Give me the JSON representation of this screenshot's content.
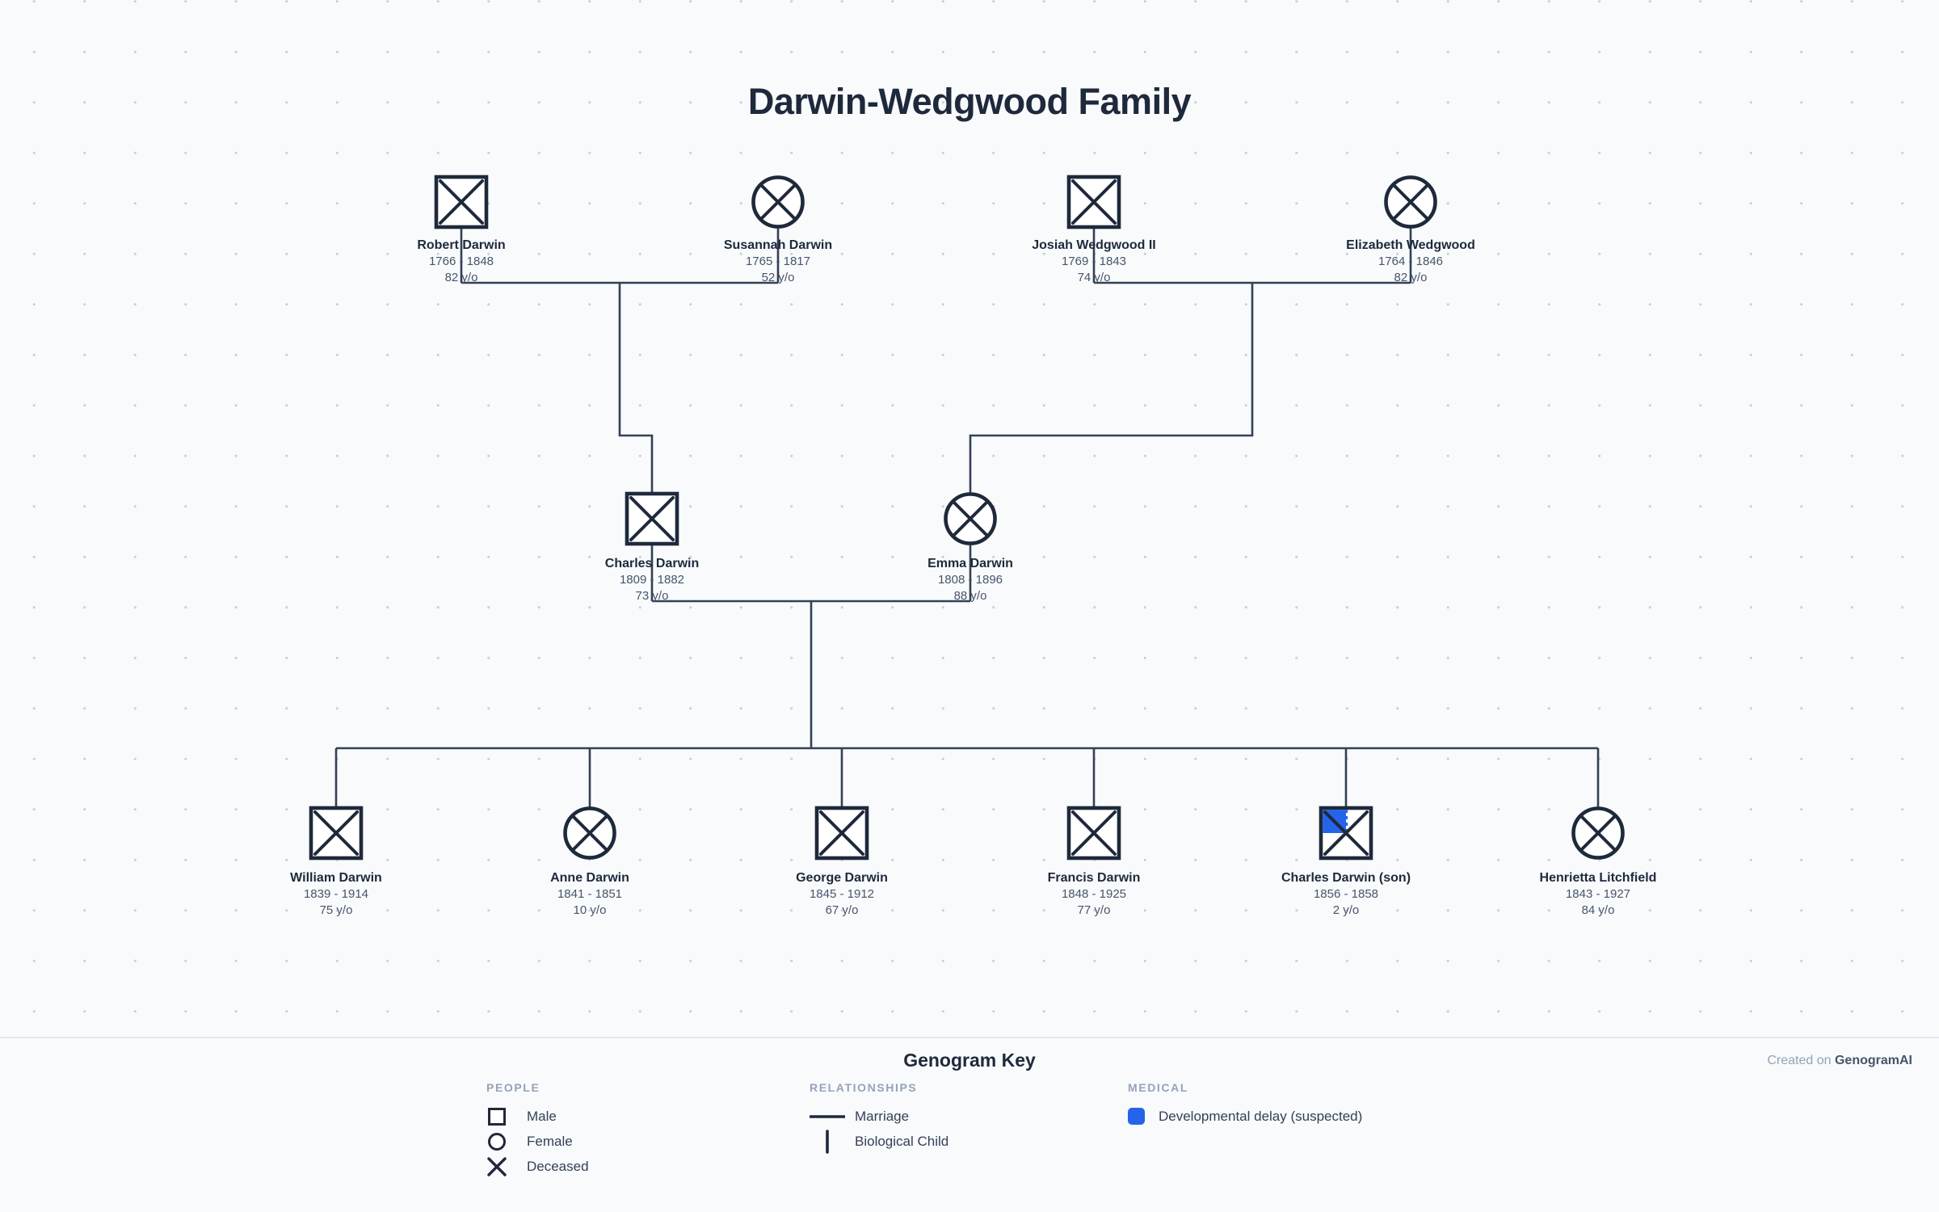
{
  "title": "Darwin-Wedgwood Family",
  "people": [
    {
      "id": "robert",
      "name": "Robert Darwin",
      "years": "1766 - 1848",
      "age": "82 y/o"
    },
    {
      "id": "susannah",
      "name": "Susannah Darwin",
      "years": "1765 - 1817",
      "age": "52 y/o"
    },
    {
      "id": "josiah",
      "name": "Josiah Wedgwood II",
      "years": "1769 - 1843",
      "age": "74 y/o"
    },
    {
      "id": "elizabeth",
      "name": "Elizabeth Wedgwood",
      "years": "1764 - 1846",
      "age": "82 y/o"
    },
    {
      "id": "charles",
      "name": "Charles Darwin",
      "years": "1809 - 1882",
      "age": "73 y/o"
    },
    {
      "id": "emma",
      "name": "Emma Darwin",
      "years": "1808 - 1896",
      "age": "88 y/o"
    },
    {
      "id": "william",
      "name": "William Darwin",
      "years": "1839 - 1914",
      "age": "75 y/o"
    },
    {
      "id": "anne",
      "name": "Anne Darwin",
      "years": "1841 - 1851",
      "age": "10 y/o"
    },
    {
      "id": "george",
      "name": "George Darwin",
      "years": "1845 - 1912",
      "age": "67 y/o"
    },
    {
      "id": "francis",
      "name": "Francis Darwin",
      "years": "1848 - 1925",
      "age": "77 y/o"
    },
    {
      "id": "charles_son",
      "name": "Charles Darwin (son)",
      "years": "1856 - 1858",
      "age": "2 y/o"
    },
    {
      "id": "henrietta",
      "name": "Henrietta Litchfield",
      "years": "1843 - 1927",
      "age": "84 y/o"
    }
  ],
  "legend": {
    "title": "Genogram Key",
    "created_prefix": "Created on",
    "created_brand": "GenogramAI",
    "people_header": "PEOPLE",
    "male": "Male",
    "female": "Female",
    "deceased": "Deceased",
    "relationships_header": "RELATIONSHIPS",
    "marriage": "Marriage",
    "biological_child": "Biological Child",
    "medical_header": "MEDICAL",
    "developmental_delay": "Developmental delay (suspected)"
  },
  "colors": {
    "background": "#f8fafc",
    "node_stroke": "#1e293b",
    "relation_line": "#334155",
    "medical_blue": "#2563eb"
  }
}
